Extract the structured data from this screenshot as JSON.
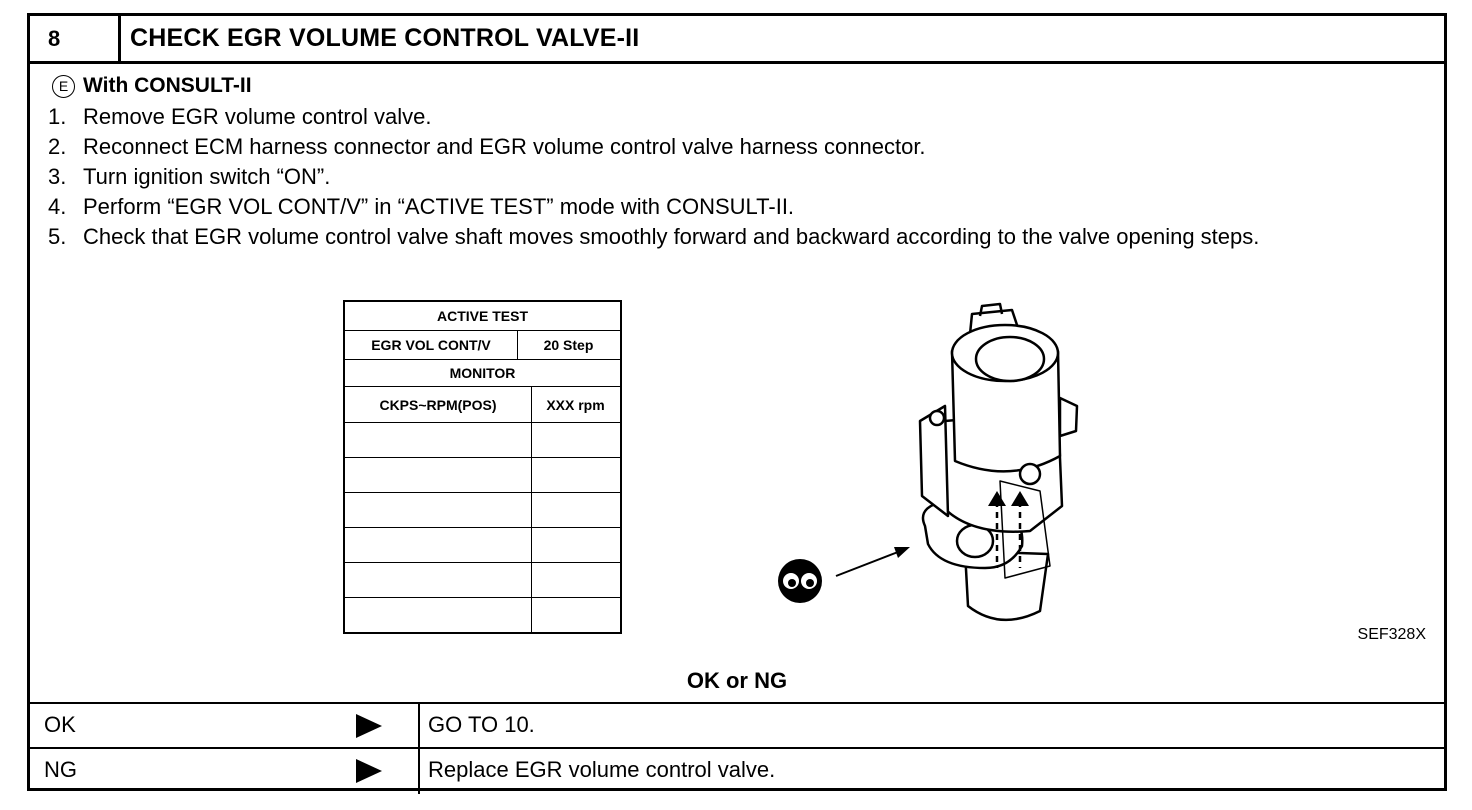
{
  "header": {
    "step_number": "8",
    "title": "CHECK EGR VOLUME CONTROL VALVE-II"
  },
  "consult": {
    "icon_letter": "E",
    "heading": "With CONSULT-II"
  },
  "steps": [
    {
      "num": "1.",
      "text": "Remove EGR volume control valve."
    },
    {
      "num": "2.",
      "text": "Reconnect ECM harness connector and EGR volume control valve harness connector."
    },
    {
      "num": "3.",
      "text": "Turn ignition switch “ON”."
    },
    {
      "num": "4.",
      "text": "Perform “EGR VOL CONT/V” in “ACTIVE TEST” mode with CONSULT-II."
    },
    {
      "num": "5.",
      "text": "Check that EGR volume control valve shaft moves smoothly forward and backward according to the valve opening steps."
    }
  ],
  "active_test": {
    "title": "ACTIVE TEST",
    "item_label": "EGR VOL CONT/V",
    "item_value": "20 Step",
    "monitor_label": "MONITOR",
    "monitor_item": "CKPS~RPM(POS)",
    "monitor_value": "XXX rpm"
  },
  "figure_code": "SEF328X",
  "result_heading": "OK or NG",
  "results": [
    {
      "label": "OK",
      "action": "GO TO 10."
    },
    {
      "label": "NG",
      "action": "Replace EGR volume control valve."
    }
  ]
}
